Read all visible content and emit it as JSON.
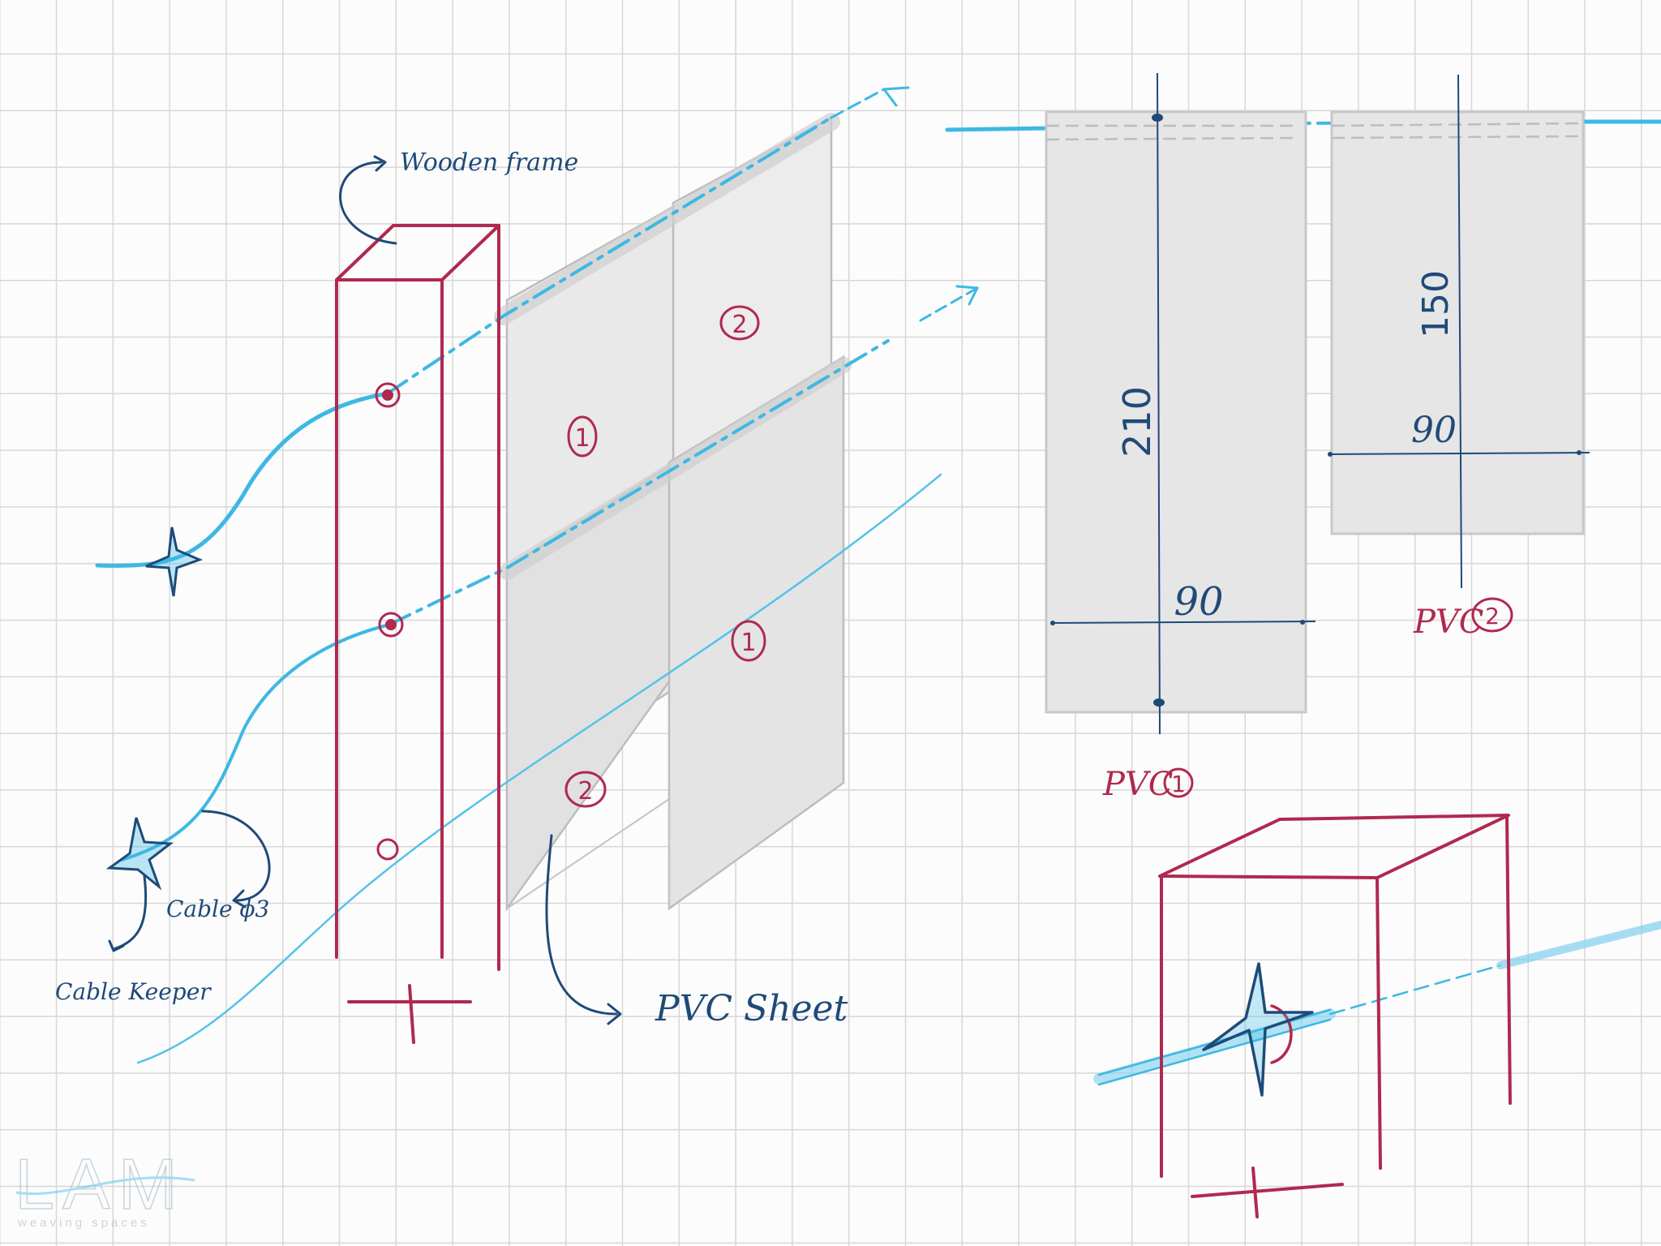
{
  "labels": {
    "wooden_frame": "Wooden frame",
    "cable": "Cable ϕ3",
    "cable_keeper": "Cable Keeper",
    "pvc_sheet": "PVC Sheet",
    "pvc_1": "PVC",
    "pvc_2": "PVC",
    "num_1": "1",
    "num_2": "2"
  },
  "dimensions": {
    "pvc1_height": "210",
    "pvc1_width": "90",
    "pvc2_height": "150",
    "pvc2_width": "90"
  },
  "logo": {
    "mark": "LAM",
    "tagline": "weaving spaces"
  },
  "colors": {
    "frame": "#b0294f",
    "cable": "#3db8e3",
    "ink": "#1f4a78",
    "sheet": "#e6e6e6",
    "grid": "#d7d7d7"
  }
}
